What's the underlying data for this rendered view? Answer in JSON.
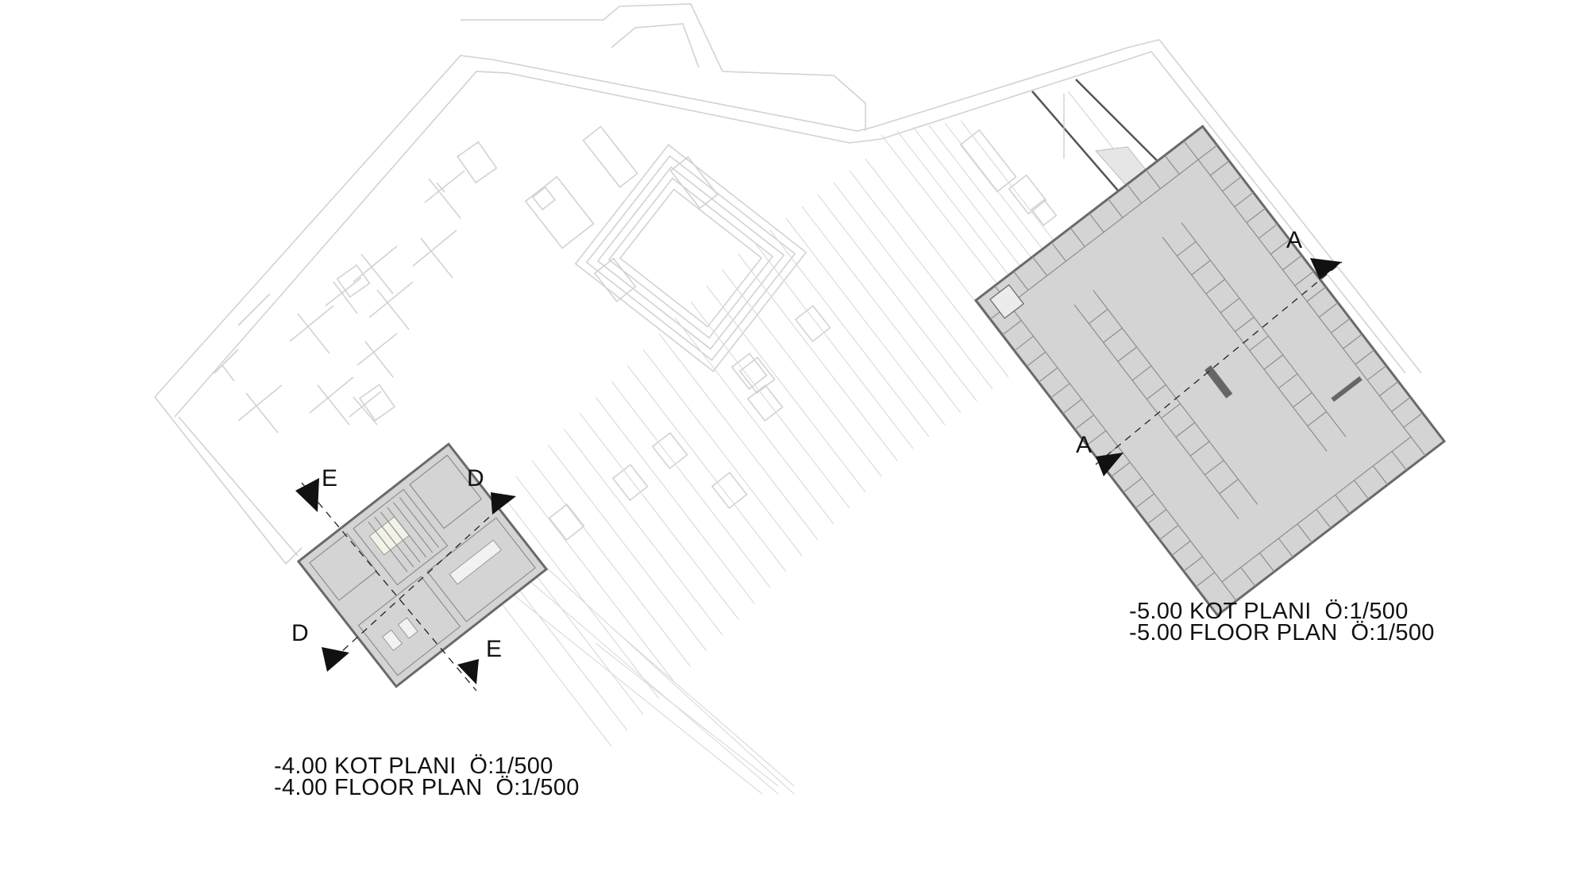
{
  "plans": {
    "left": {
      "title_tr": "-4.00 KOT PLANI  Ö:1/500",
      "title_en": "-4.00 FLOOR PLAN  Ö:1/500",
      "sections": [
        "E",
        "D",
        "D",
        "E"
      ]
    },
    "right": {
      "title_tr": "-5.00 KOT PLANI  Ö:1/500",
      "title_en": "-5.00 FLOOR PLAN  Ö:1/500",
      "sections": [
        "A",
        "A"
      ]
    }
  },
  "colors": {
    "background": "#ffffff",
    "context_lines": "#d2d2d2",
    "plan_fill": "#d4d4d4",
    "plan_outline": "#6a6a6a",
    "section_marker": "#111111"
  }
}
